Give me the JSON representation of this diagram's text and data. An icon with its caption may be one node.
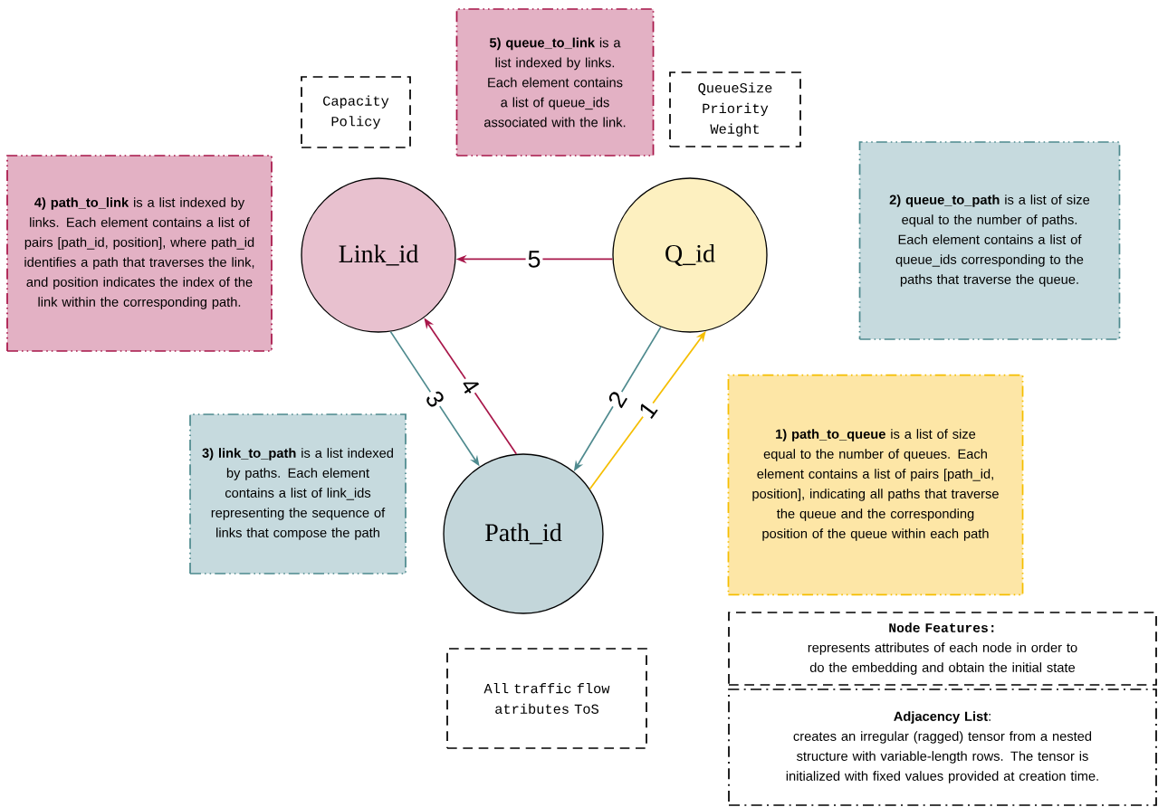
{
  "diagram": {
    "nodes": [
      {
        "text": [
          "Link_id"
        ]
      },
      {
        "text": [
          "Q_id"
        ]
      },
      {
        "text": [
          "Path_id"
        ]
      },
      {
        "text": [
          "Capacity Policy"
        ]
      },
      {
        "text": [
          "QueueSize Priority Weight"
        ]
      },
      {
        "text": [
          "All traffic flow atributes ToS"
        ]
      },
      {
        "text": [
          "**5) queue_to_link** is a list indexed by links. Each element contains a list of queue_ids associated with the link."
        ]
      },
      {
        "text": [
          "**4) path_to_link** is a list indexed by links. Each element contains a list of pairs [path_id, position], where path_id identifies a path that traverses the link, and position indicates the index of the link within the corresponding path."
        ]
      },
      {
        "text": [
          "**2) queue_to_path** is a list of size equal to the number of paths. Each element contains a list of queue_ids corresponding to the paths that traverse the queue."
        ]
      },
      {
        "text": [
          "**3) link_to_path** is a list indexed by paths. Each element contains a list of link_ids representing the sequence of links that compose the path"
        ]
      },
      {
        "text": [
          "**1) path_to_queue** is a list of size equal to the number of queues. Each element contains a list of pairs [path_id, position], indicating all paths that traverse the queue and the corresponding position of the queue within each path"
        ]
      },
      {
        "text": [
          "Node Features:",
          "represents attributes of each node in order to do the embedding and obtain the initial state"
        ]
      },
      {
        "text": [
          "**Adjacency List**:",
          "creates an irregular (ragged) tensor from a nested structure with variable-length rows. The tensor is initialized with fixed values provided at creation time."
        ]
      }
    ],
    "edges": [
      {
        "from": 1,
        "to": 0,
        "arrow": "to",
        "label": "5",
        "color": "#a8174a"
      },
      {
        "from": 0,
        "to": 2,
        "arrow": "to",
        "label": "3",
        "color": "#4e8a8e"
      },
      {
        "from": 2,
        "to": 0,
        "arrow": "to",
        "label": "4",
        "color": "#a8174a"
      },
      {
        "from": 1,
        "to": 2,
        "arrow": "to",
        "label": "2",
        "color": "#4e8a8e"
      },
      {
        "from": 2,
        "to": 1,
        "arrow": "to",
        "label": "1",
        "color": "#f5be00"
      }
    ]
  }
}
